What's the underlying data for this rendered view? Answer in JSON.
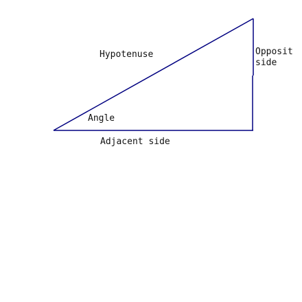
{
  "diagram": {
    "stroke_color": "#000080",
    "text_color": "#111111",
    "labels": {
      "hypotenuse": "Hypotenuse",
      "angle": "Angle",
      "adjacent": "Adjacent side",
      "opposite_line1": "Opposit",
      "opposite_line2": "side"
    }
  }
}
